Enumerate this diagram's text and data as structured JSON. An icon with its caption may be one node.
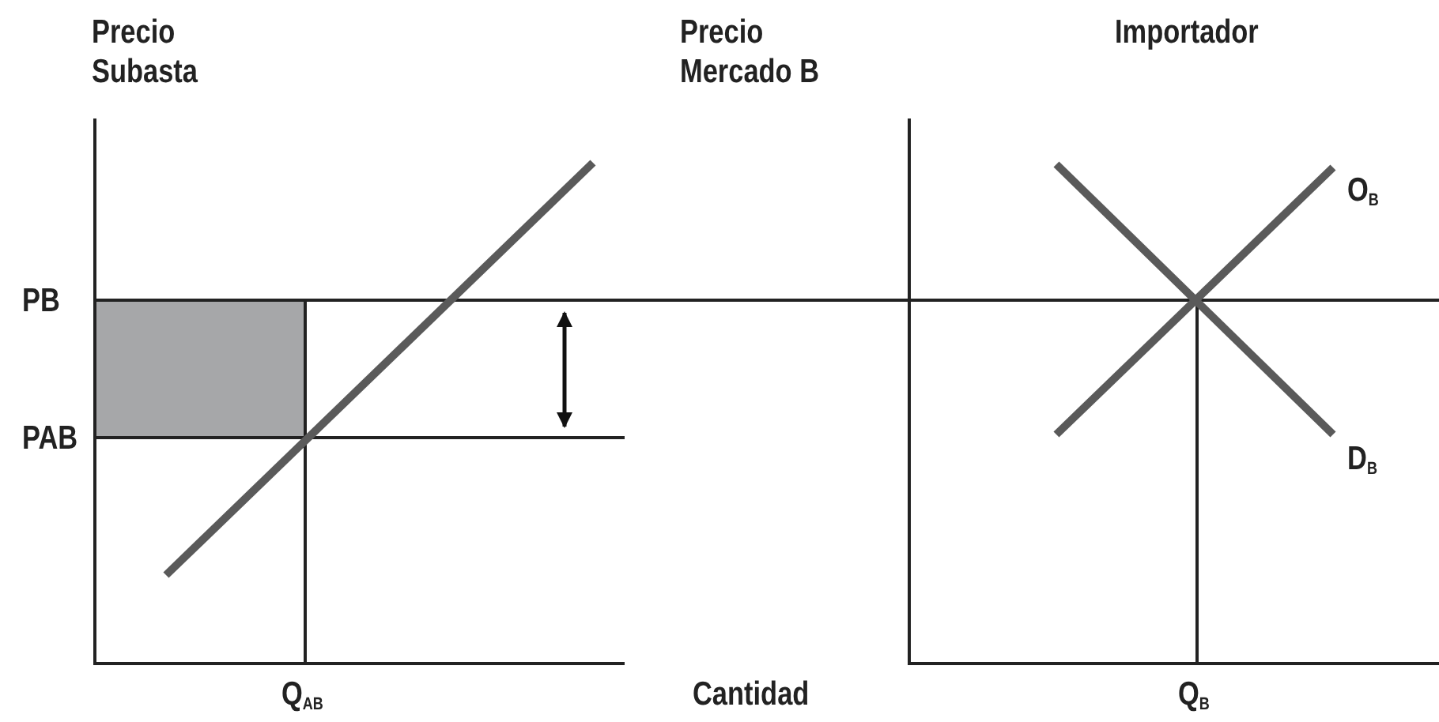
{
  "diagram": {
    "labels": [
      "Precio Subasta",
      "Precio Mercado B",
      "Importador",
      "O$_{B}$",
      "PB",
      "PAB",
      "D$_{B}$",
      "Q$_{AB}$",
      "Cantidad",
      "Q$_{B}$"
    ]
  }
}
